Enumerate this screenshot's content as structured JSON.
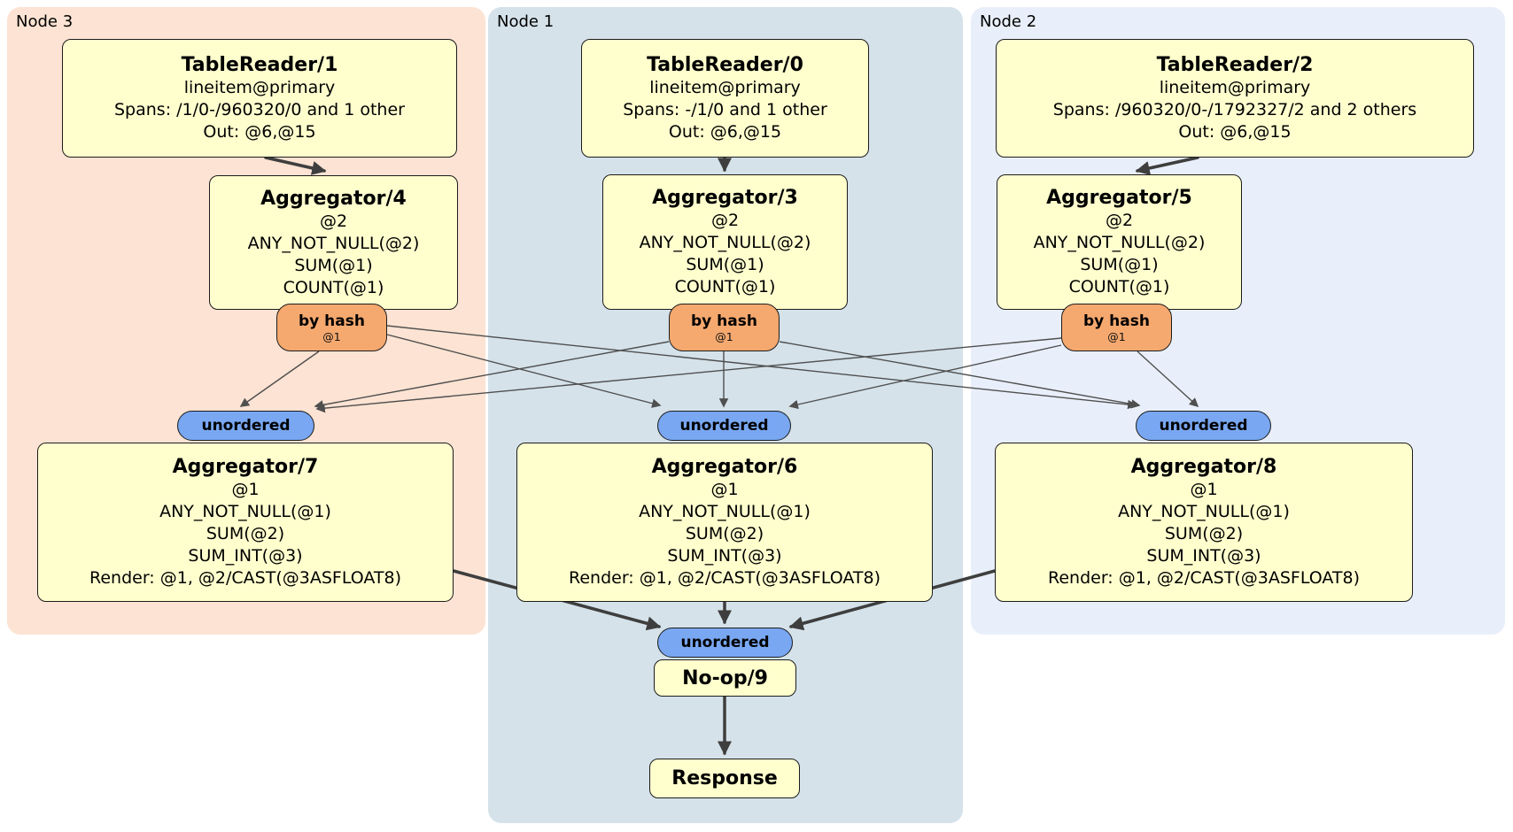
{
  "regions": {
    "node3": {
      "label": "Node 3",
      "color": "#fce3d3"
    },
    "node1": {
      "label": "Node 1",
      "color": "#d5e2ea"
    },
    "node2": {
      "label": "Node 2",
      "color": "#e9effa"
    }
  },
  "processors": {
    "tr1": {
      "title": "TableReader/1",
      "lines": [
        "lineitem@primary",
        "Spans: /1/0-/960320/0 and 1 other",
        "Out: @6,@15"
      ]
    },
    "tr0": {
      "title": "TableReader/0",
      "lines": [
        "lineitem@primary",
        "Spans: -/1/0 and 1 other",
        "Out: @6,@15"
      ]
    },
    "tr2": {
      "title": "TableReader/2",
      "lines": [
        "lineitem@primary",
        "Spans: /960320/0-/1792327/2 and 2 others",
        "Out: @6,@15"
      ]
    },
    "agg4": {
      "title": "Aggregator/4",
      "lines": [
        "@2",
        "ANY_NOT_NULL(@2)",
        "SUM(@1)",
        "COUNT(@1)"
      ]
    },
    "agg3": {
      "title": "Aggregator/3",
      "lines": [
        "@2",
        "ANY_NOT_NULL(@2)",
        "SUM(@1)",
        "COUNT(@1)"
      ]
    },
    "agg5": {
      "title": "Aggregator/5",
      "lines": [
        "@2",
        "ANY_NOT_NULL(@2)",
        "SUM(@1)",
        "COUNT(@1)"
      ]
    },
    "agg7": {
      "title": "Aggregator/7",
      "lines": [
        "@1",
        "ANY_NOT_NULL(@1)",
        "SUM(@2)",
        "SUM_INT(@3)",
        "Render: @1, @2/CAST(@3ASFLOAT8)"
      ]
    },
    "agg6": {
      "title": "Aggregator/6",
      "lines": [
        "@1",
        "ANY_NOT_NULL(@1)",
        "SUM(@2)",
        "SUM_INT(@3)",
        "Render: @1, @2/CAST(@3ASFLOAT8)"
      ]
    },
    "agg8": {
      "title": "Aggregator/8",
      "lines": [
        "@1",
        "ANY_NOT_NULL(@1)",
        "SUM(@2)",
        "SUM_INT(@3)",
        "Render: @1, @2/CAST(@3ASFLOAT8)"
      ]
    },
    "noop": {
      "title": "No-op/9"
    },
    "response": {
      "title": "Response"
    }
  },
  "routers": {
    "hash4": {
      "label": "by hash",
      "sub": "@1"
    },
    "hash3": {
      "label": "by hash",
      "sub": "@1"
    },
    "hash5": {
      "label": "by hash",
      "sub": "@1"
    }
  },
  "syncs": {
    "un7": {
      "label": "unordered"
    },
    "un6": {
      "label": "unordered"
    },
    "un8": {
      "label": "unordered"
    },
    "un9": {
      "label": "unordered"
    }
  },
  "colors": {
    "processor_fill": "#ffffce",
    "router_fill": "#f6a96f",
    "sync_fill": "#79a7f2",
    "edge": "#3e3e3e"
  }
}
